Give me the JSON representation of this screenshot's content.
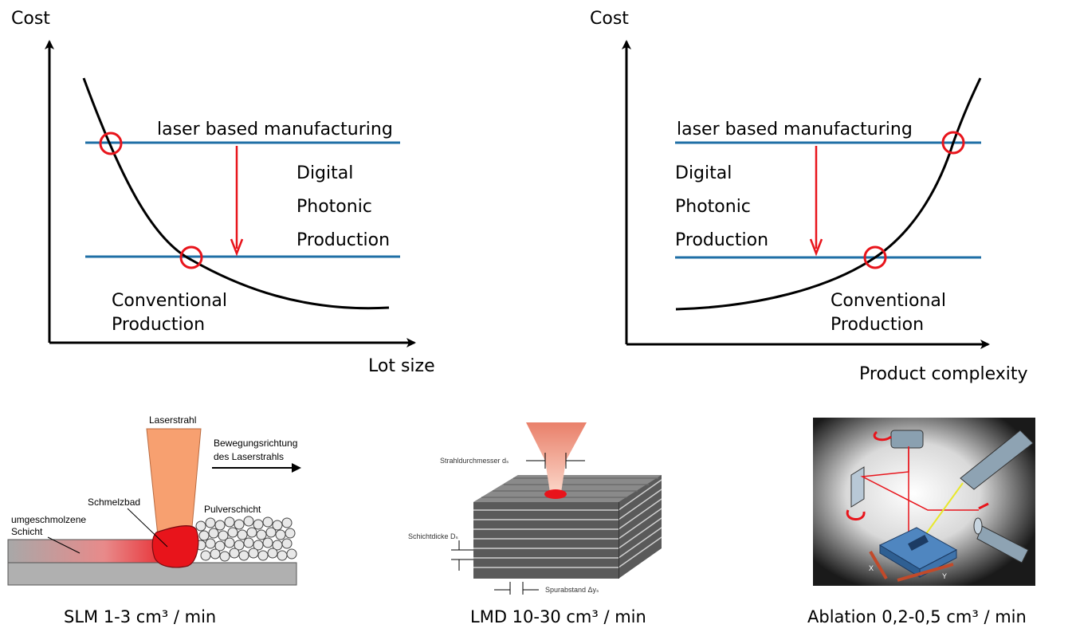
{
  "chart_data": [
    {
      "type": "line",
      "ylabel": "Cost",
      "xlabel": "Lot size",
      "series": [
        {
          "name": "laser based manufacturing"
        },
        {
          "name": "Conventional Production"
        }
      ],
      "annotation_lines": [
        "Digital",
        "Photonic",
        "Production"
      ],
      "conventional_lines": [
        "Conventional",
        "Production"
      ],
      "laser_label": "laser based manufacturing"
    },
    {
      "type": "line",
      "ylabel": "Cost",
      "xlabel": "Product complexity",
      "series": [
        {
          "name": "laser based manufacturing"
        },
        {
          "name": "Conventional Production"
        }
      ],
      "annotation_lines": [
        "Digital",
        "Photonic",
        "Production"
      ],
      "conventional_lines": [
        "Conventional",
        "Production"
      ],
      "laser_label": "laser based manufacturing"
    }
  ],
  "processes": {
    "slm": {
      "caption": "SLM 1-3 cm³ / min",
      "laser_label": "Laserstrahl",
      "direction_line1": "Bewegungsrichtung",
      "direction_line2": "des Laserstrahls",
      "melt_pool": "Schmelzbad",
      "powder_layer": "Pulverschicht",
      "remelted_line1": "umgeschmolzene",
      "remelted_line2": "Schicht"
    },
    "lmd": {
      "caption": "LMD 10-30 cm³ / min",
      "beam_diameter": "Strahldurchmesser dₛ",
      "layer_thickness": "Schichtdicke Dₛ",
      "track_spacing": "Spurabstand Δyₛ"
    },
    "ablation": {
      "caption": "Ablation 0,2-0,5 cm³ / min",
      "axis_x": "X",
      "axis_y": "Y"
    }
  },
  "colors": {
    "blue_line": "#1f6fa6",
    "red": "#e8141b",
    "curve": "#000000",
    "beam": "#f7a070"
  }
}
